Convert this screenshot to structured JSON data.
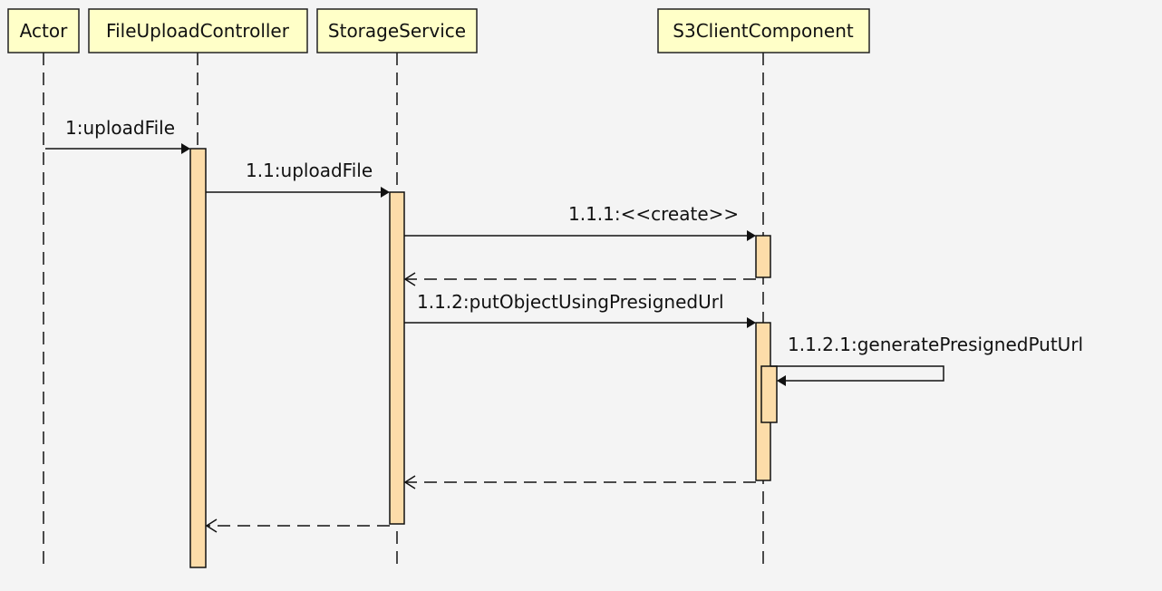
{
  "participants": [
    {
      "id": "actor",
      "label": "Actor"
    },
    {
      "id": "controller",
      "label": "FileUploadController"
    },
    {
      "id": "storage",
      "label": "StorageService"
    },
    {
      "id": "s3",
      "label": "S3ClientComponent"
    }
  ],
  "messages": [
    {
      "id": "m1",
      "label": "1:uploadFile",
      "from": "actor",
      "to": "controller",
      "kind": "call"
    },
    {
      "id": "m11",
      "label": "1.1:uploadFile",
      "from": "controller",
      "to": "storage",
      "kind": "call"
    },
    {
      "id": "m111",
      "label": "1.1.1:<<create>>",
      "from": "storage",
      "to": "s3",
      "kind": "call"
    },
    {
      "id": "r111",
      "label": "",
      "from": "s3",
      "to": "storage",
      "kind": "return"
    },
    {
      "id": "m112",
      "label": "1.1.2:putObjectUsingPresignedUrl",
      "from": "storage",
      "to": "s3",
      "kind": "call"
    },
    {
      "id": "m1121",
      "label": "1.1.2.1:generatePresignedPutUrl",
      "from": "s3",
      "to": "s3",
      "kind": "self"
    },
    {
      "id": "r112",
      "label": "",
      "from": "s3",
      "to": "storage",
      "kind": "return"
    },
    {
      "id": "r11",
      "label": "",
      "from": "storage",
      "to": "controller",
      "kind": "return"
    }
  ],
  "colors": {
    "background": "#f4f4f4",
    "participant_fill": "#ffffc8",
    "activation_fill": "#fcdca9",
    "line": "#111111"
  }
}
